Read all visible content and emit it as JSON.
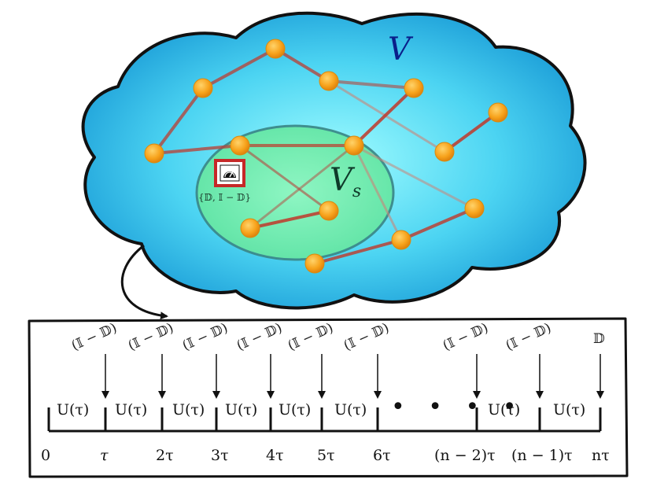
{
  "labels": {
    "big_set": "V",
    "sub_set_base": "V",
    "sub_set_sub": "s",
    "measurement": "{𝔻, 𝕀 − 𝔻}"
  },
  "timeline": {
    "operations": [
      "(𝕀 − 𝔻)",
      "(𝕀 − 𝔻)",
      "(𝕀 − 𝔻)",
      "(𝕀 − 𝔻)",
      "(𝕀 − 𝔻)",
      "(𝕀 − 𝔻)",
      "(𝕀 − 𝔻)",
      "(𝕀 − 𝔻)",
      "𝔻"
    ],
    "evolutions": [
      "U(τ)",
      "U(τ)",
      "U(τ)",
      "U(τ)",
      "U(τ)",
      "U(τ)",
      "U(τ)",
      "U(τ)"
    ],
    "ellipsis": "• • • •",
    "times": [
      "0",
      "τ",
      "2τ",
      "3τ",
      "4τ",
      "5τ",
      "6τ",
      "(n − 2)τ",
      "(n − 1)τ",
      "nτ"
    ]
  },
  "colors": {
    "cloud_outer": "#1fa4dc",
    "cloud_inner": "#7ff2ff",
    "subset_fill": "#6ff0a8",
    "node": "#f7a21b",
    "edge": "#c0392b",
    "detector_frame": "#c62828"
  },
  "icons": [
    "detector-icon",
    "curved-arrow-icon"
  ]
}
